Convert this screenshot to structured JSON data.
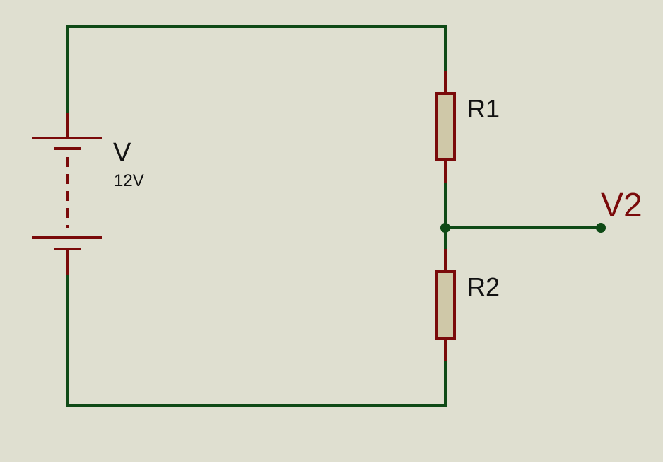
{
  "colors": {
    "background": "#dfdfd0",
    "wire": "#0f4a16",
    "component": "#7a0a0a",
    "resistor_fill": "#cfc8a8",
    "probe_label": "#7a0a0a",
    "label": "#111111"
  },
  "battery": {
    "name": "V",
    "value": "12V"
  },
  "resistors": [
    {
      "name": "R1"
    },
    {
      "name": "R2"
    }
  ],
  "probe": {
    "name": "V2"
  }
}
